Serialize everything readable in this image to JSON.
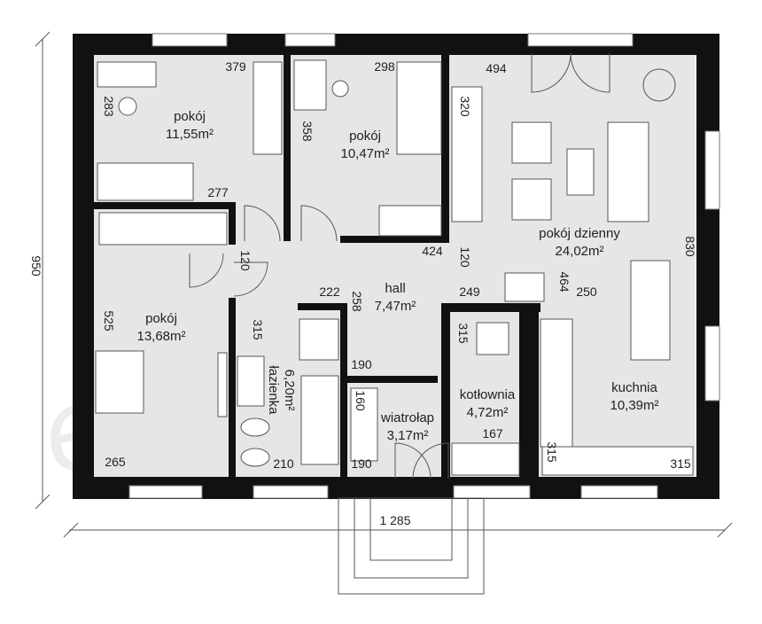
{
  "watermark": "extradom",
  "rooms": [
    {
      "id": "pokoj1",
      "name": "pokój",
      "area": "11,55m²"
    },
    {
      "id": "pokoj2",
      "name": "pokój",
      "area": "10,47m²"
    },
    {
      "id": "pokoj3",
      "name": "pokój",
      "area": "13,68m²"
    },
    {
      "id": "dzienny",
      "name": "pokój dzienny",
      "area": "24,02m²"
    },
    {
      "id": "hall",
      "name": "hall",
      "area": "7,47m²"
    },
    {
      "id": "lazienka",
      "name": "łazienka",
      "area": "6,20m²"
    },
    {
      "id": "kotlownia",
      "name": "kotłownia",
      "area": "4,72m²"
    },
    {
      "id": "wiatrolap",
      "name": "wiatrołap",
      "area": "3,17m²"
    },
    {
      "id": "kuchnia",
      "name": "kuchnia",
      "area": "10,39m²"
    }
  ],
  "dimensions": {
    "d379": "379",
    "d283": "283",
    "d277": "277",
    "d298": "298",
    "d358": "358",
    "d424": "424",
    "d494": "494",
    "d320": "320",
    "d120a": "120",
    "d120b": "120",
    "d830": "830",
    "d249": "249",
    "d464": "464",
    "d250": "250",
    "d222": "222",
    "d258": "258",
    "d525": "525",
    "d265": "265",
    "d315a": "315",
    "d210": "210",
    "d190a": "190",
    "d190b": "190",
    "d160": "160",
    "d167": "167",
    "d315b": "315",
    "d315c": "315",
    "d315d": "315",
    "d950": "950",
    "d1285": "1 285"
  }
}
